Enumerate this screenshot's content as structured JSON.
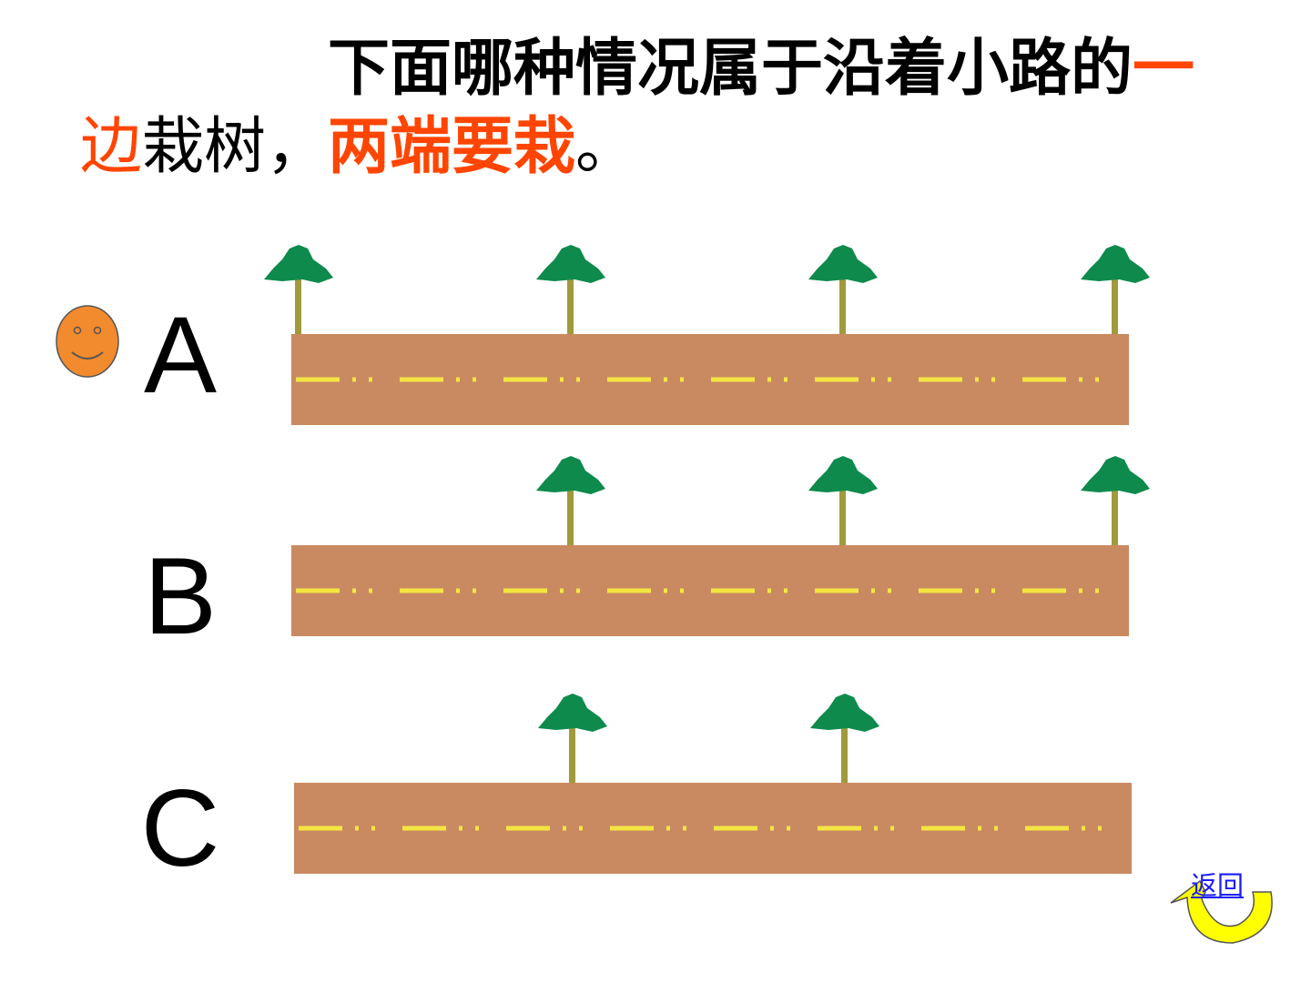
{
  "question": {
    "line1_prefix": "下面哪种情况属于沿着小路的",
    "line1_highlight": "一",
    "line2_highlight": "边",
    "line2_middle": "栽树，",
    "line2_highlight_bold": "两端要栽",
    "line2_end": "。"
  },
  "options": [
    {
      "letter": "A",
      "trees": 4,
      "selected": true
    },
    {
      "letter": "B",
      "trees": 3,
      "selected": false
    },
    {
      "letter": "C",
      "trees": 2,
      "selected": false
    }
  ],
  "back_button": {
    "label": "返回"
  },
  "colors": {
    "highlight": "#ff4500",
    "road": "#c98a61",
    "road_line": "#f4e542",
    "tree_crown": "#0e8a4c",
    "tree_trunk": "#a19a3d",
    "smiley": "#f28a2e",
    "back_arrow": "#ffff00",
    "back_label": "#1a1aff"
  },
  "icons": {
    "indicator": "smiley-face-icon",
    "tree": "tree-icon",
    "back": "u-turn-arrow-icon"
  }
}
